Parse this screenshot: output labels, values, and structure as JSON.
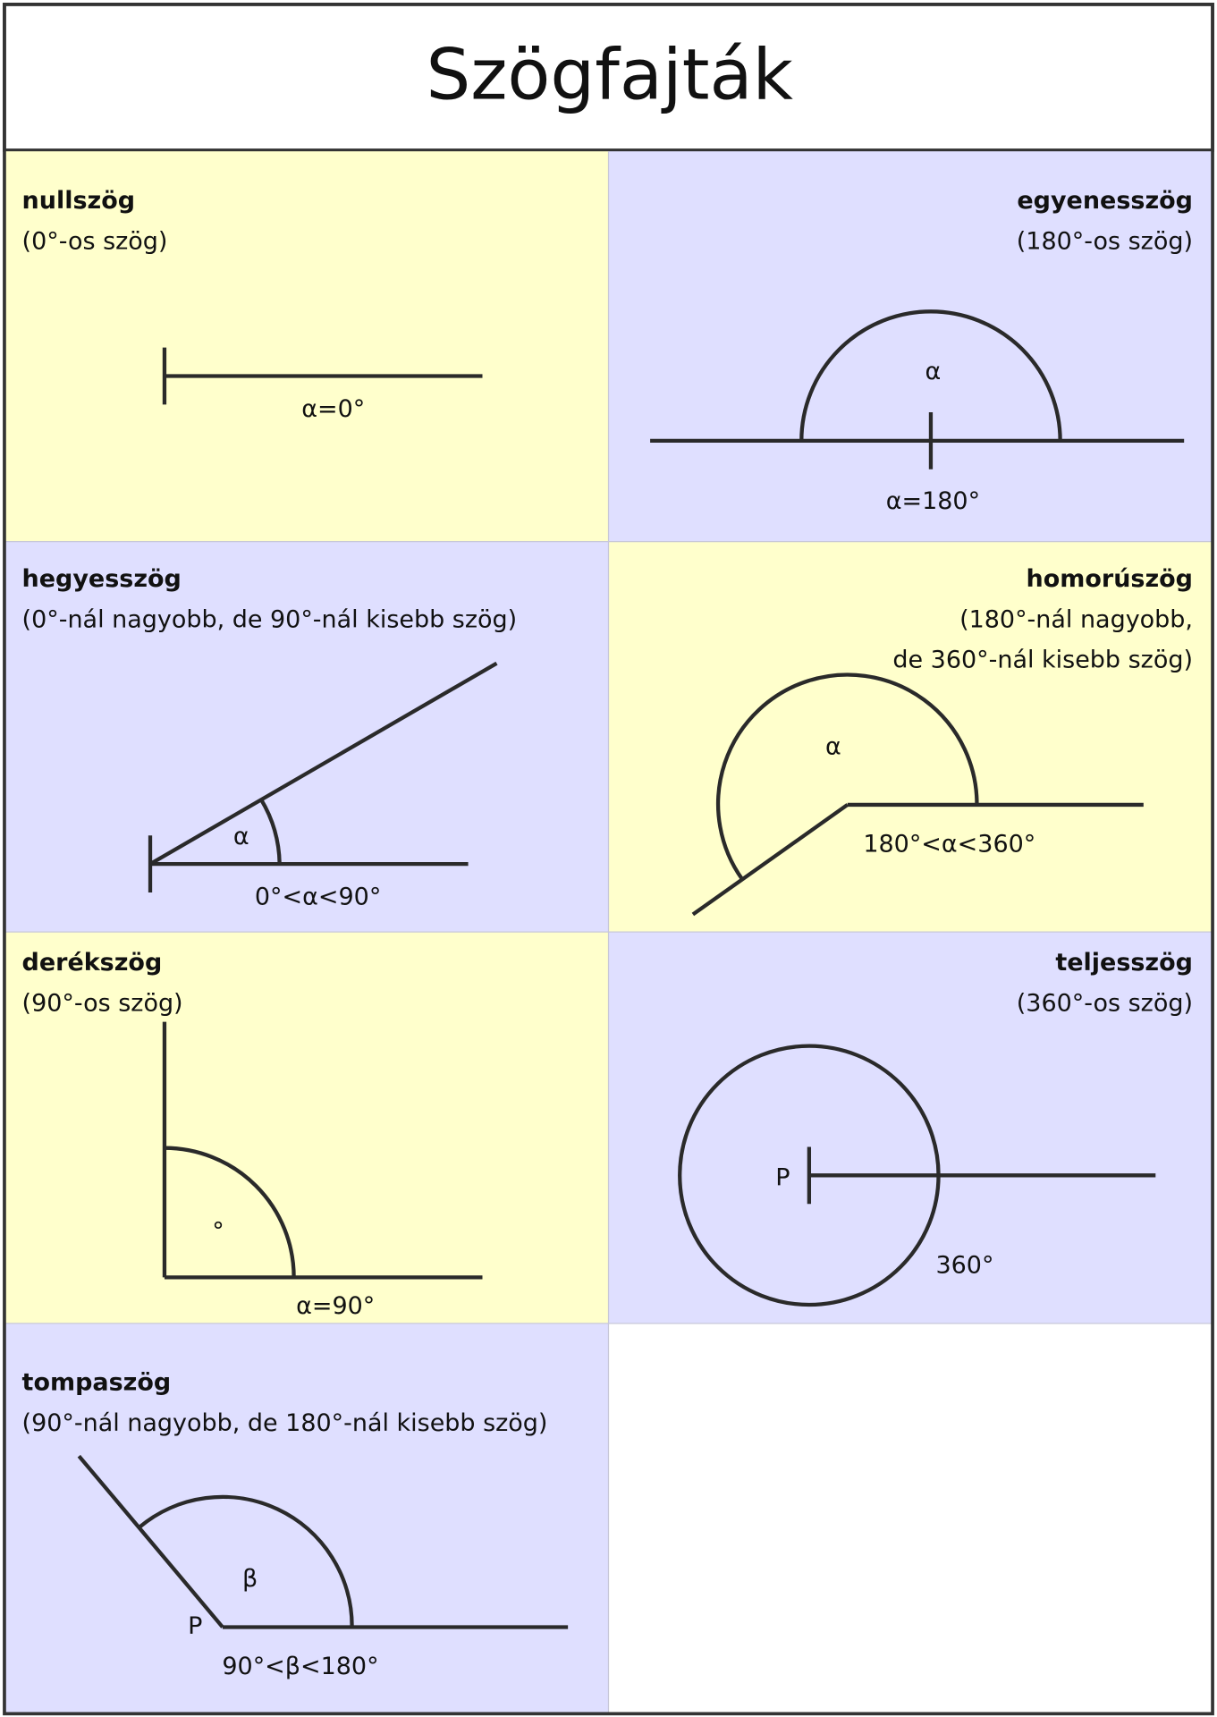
{
  "title": "Szögfajták",
  "colors": {
    "yellow": "#ffffcc",
    "blue": "#dfdfff",
    "line": "#2a2a2a"
  },
  "cells": [
    {
      "name": "nullszög",
      "desc": [
        "(0°-os szög)"
      ],
      "labels": [
        "α=0°"
      ]
    },
    {
      "name": "egyenesszög",
      "desc": [
        "(180°-os szög)"
      ],
      "labels": [
        "α",
        "α=180°"
      ]
    },
    {
      "name": "hegyesszög",
      "desc": [
        "(0°-nál nagyobb, de 90°-nál kisebb szög)"
      ],
      "labels": [
        "α",
        "0°<α<90°"
      ]
    },
    {
      "name": "homorúszög",
      "desc": [
        "(180°-nál nagyobb,",
        "de 360°-nál kisebb szög)"
      ],
      "labels": [
        "α",
        "180°<α<360°"
      ]
    },
    {
      "name": "derékszög",
      "desc": [
        "(90°-os szög)"
      ],
      "labels": [
        "°",
        "α=90°"
      ]
    },
    {
      "name": "teljesszög",
      "desc": [
        "(360°-os szög)"
      ],
      "labels": [
        "P",
        "360°"
      ]
    },
    {
      "name": "tompaszög",
      "desc": [
        "(90°-nál nagyobb, de 180°-nál kisebb szög)"
      ],
      "labels": [
        "β",
        "P",
        "90°<β<180°"
      ]
    }
  ]
}
